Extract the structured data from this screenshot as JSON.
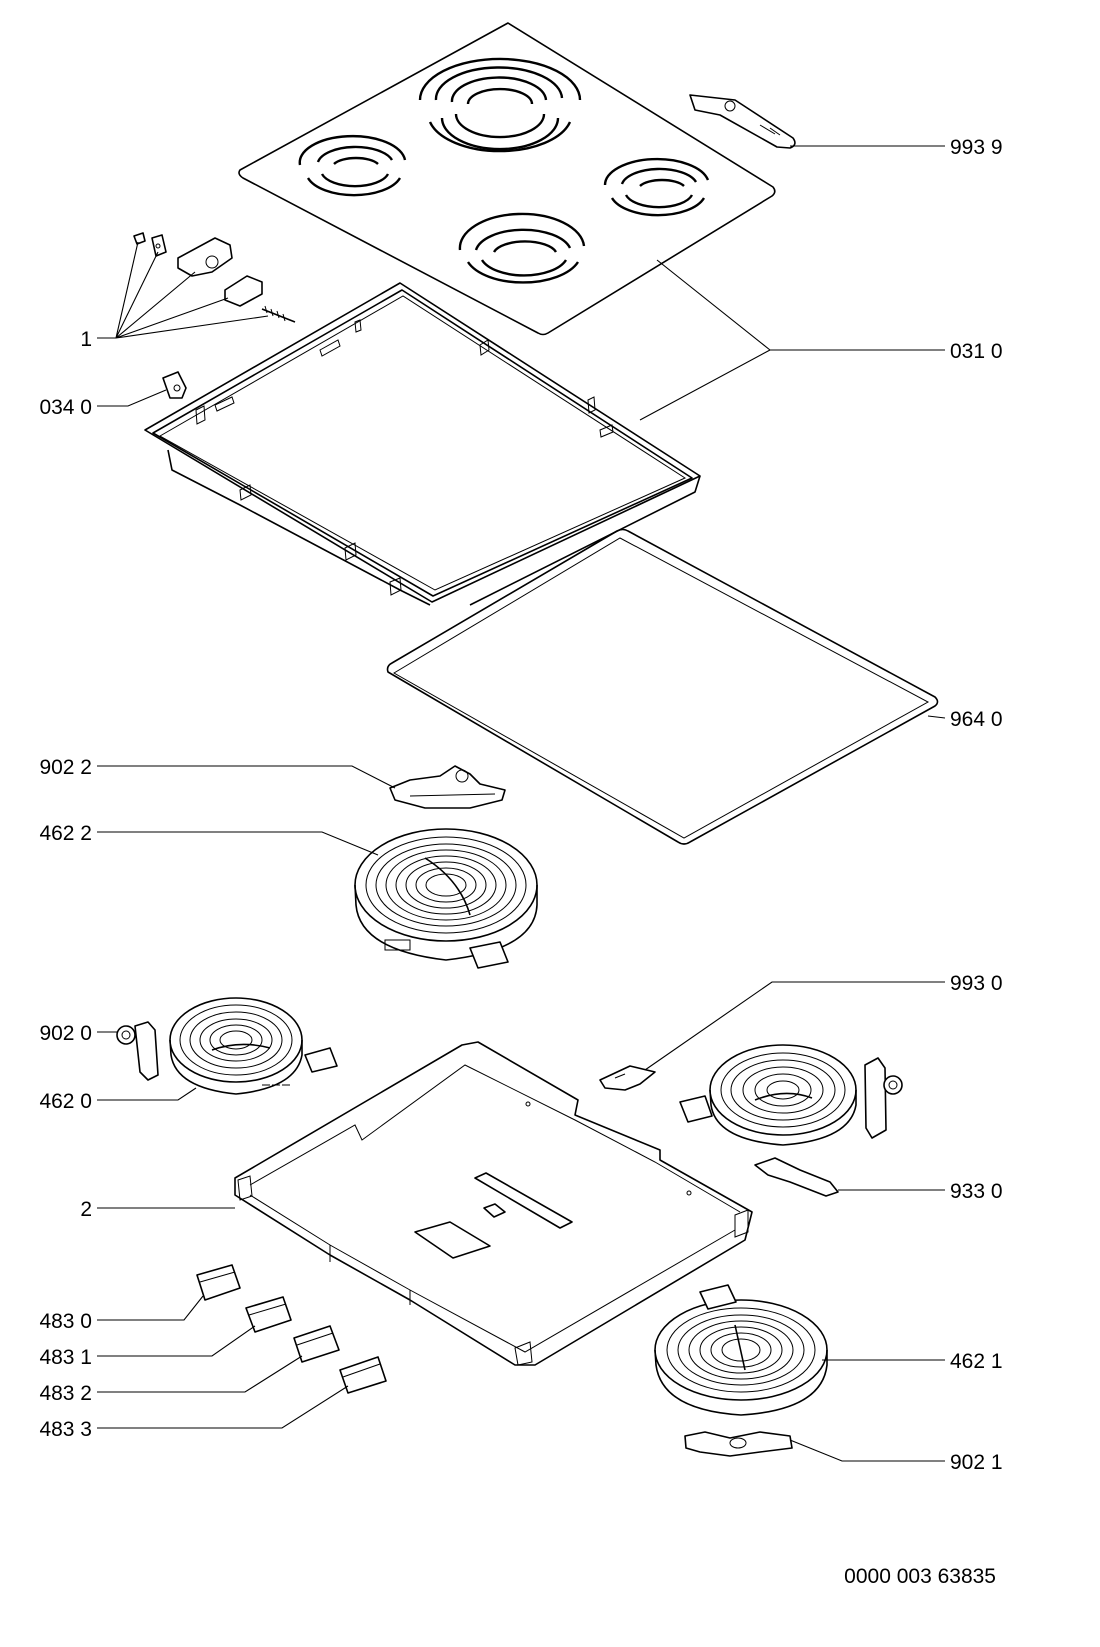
{
  "diagram": {
    "callouts": {
      "c9939": "993 9",
      "c1": "1",
      "c0310": "031 0",
      "c0340": "034 0",
      "c9640": "964 0",
      "c9022": "902 2",
      "c4622": "462 2",
      "c9930": "993 0",
      "c9020": "902 0",
      "c4620": "462 0",
      "c9330": "933 0",
      "c2": "2",
      "c4830": "483 0",
      "c4831": "483 1",
      "c4832": "483 2",
      "c4833": "483 3",
      "c4621": "462 1",
      "c9021": "902 1"
    },
    "drawing_number": "0000 003 63835"
  }
}
